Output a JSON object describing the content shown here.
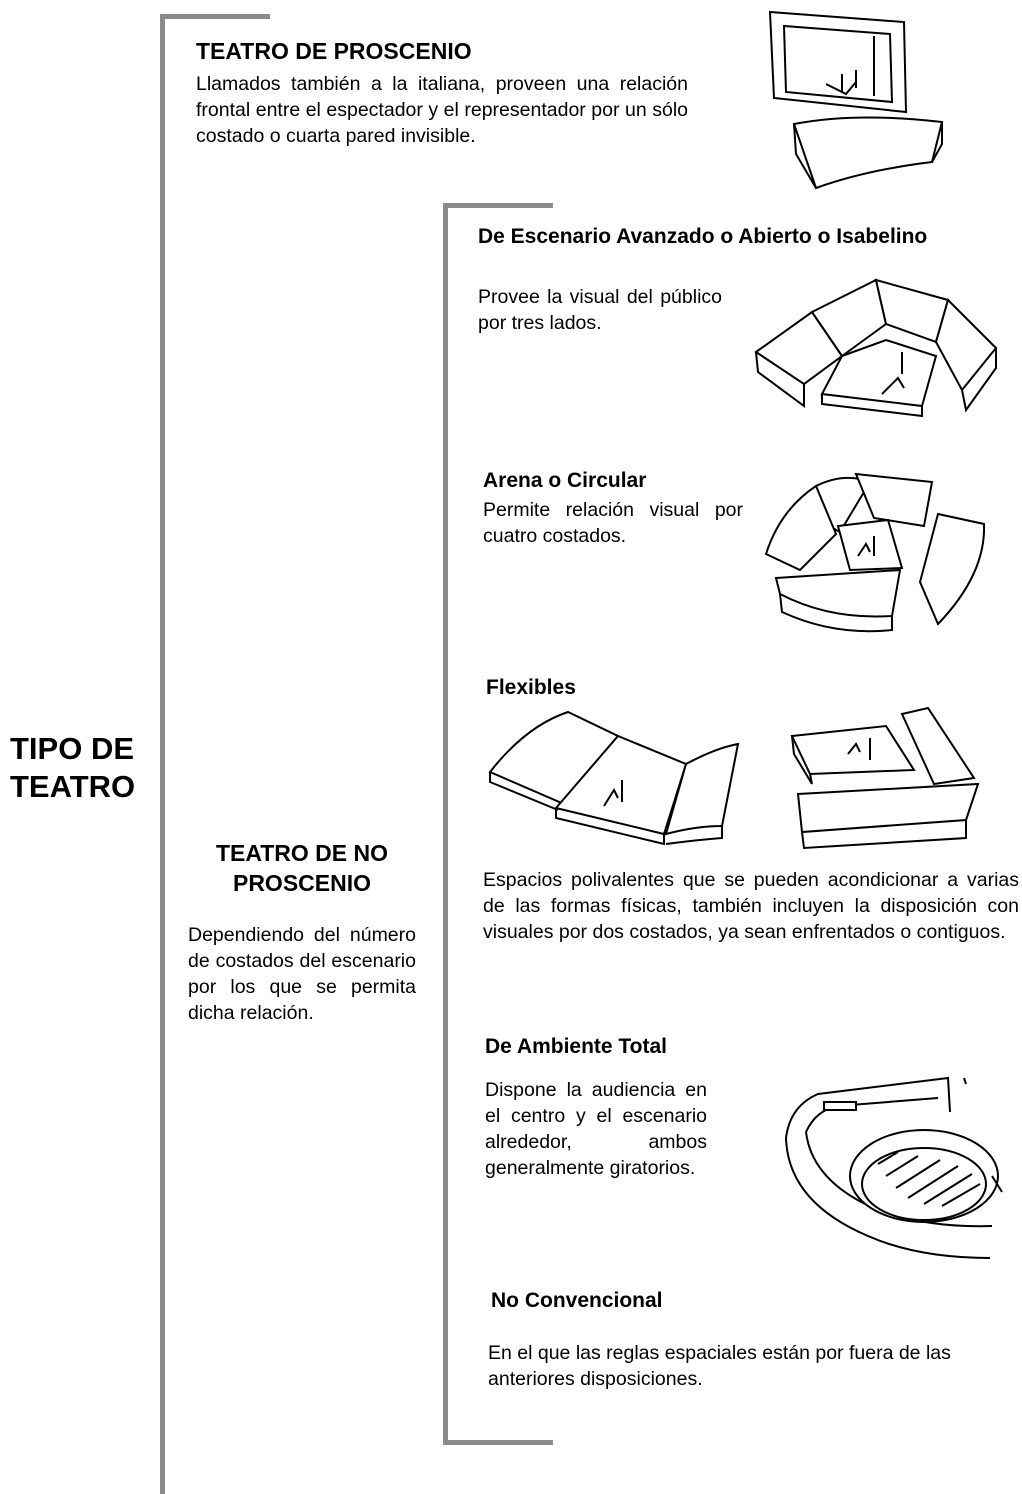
{
  "main_title": "TIPO DE TEATRO",
  "proscenio": {
    "title": "TEATRO DE PROSCENIO",
    "description": "Llamados también a la italiana, proveen una relación frontal entre el espectador y el representador por un sólo costado o cuarta pared invisible."
  },
  "no_proscenio": {
    "title": "TEATRO DE NO PROSCENIO",
    "description": "Dependiendo del número de costados del escenario por los que se permita dicha relación."
  },
  "types": {
    "avanzado": {
      "title": "De Escenario Avanzado o Abierto o Isabelino",
      "description": "Provee la visual del público por tres lados."
    },
    "arena": {
      "title": "Arena o Circular",
      "description": "Permite relación visual por cuatro costados."
    },
    "flexibles": {
      "title": "Flexibles",
      "description": "Espacios polivalentes que se pueden acondicionar a varias de las formas físicas, también incluyen la disposición con visuales por dos costados, ya sean enfrentados o contiguos."
    },
    "ambiente_total": {
      "title": "De Ambiente Total",
      "description": "Dispone la audiencia en el centro y el escenario alrededor, ambos generalmente giratorios."
    },
    "no_convencional": {
      "title": "No Convencional",
      "description": "En el que las reglas espaciales están por fuera de las anteriores disposiciones."
    }
  },
  "icons": [
    "proscenium-stage-icon",
    "thrust-stage-icon",
    "arena-stage-icon",
    "flexible-stage-icon",
    "flexible-corner-stage-icon",
    "total-environment-stage-icon"
  ]
}
